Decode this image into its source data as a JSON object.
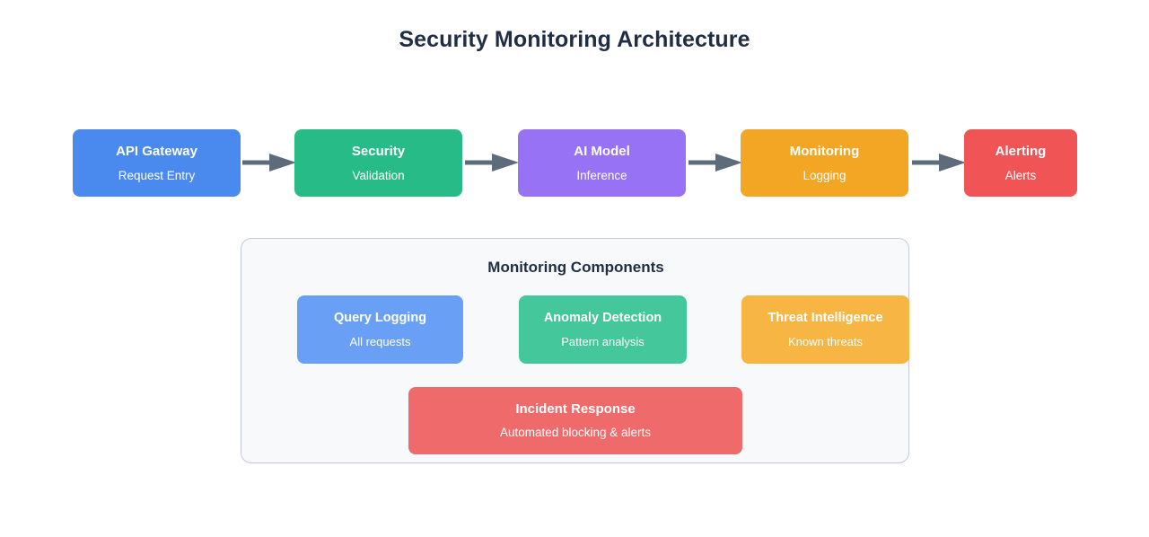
{
  "diagram": {
    "title": "Security Monitoring Architecture",
    "background_color": "#ffffff",
    "title_color": "#1f2d45",
    "arrow_color": "#5d6b7a",
    "pipeline": [
      {
        "title": "API Gateway",
        "subtitle": "Request Entry",
        "color": "#4a89ee"
      },
      {
        "title": "Security",
        "subtitle": "Validation",
        "color": "#27bc87"
      },
      {
        "title": "AI Model",
        "subtitle": "Inference",
        "color": "#9872f5"
      },
      {
        "title": "Monitoring",
        "subtitle": "Logging",
        "color": "#f3a623"
      },
      {
        "title": "Alerting",
        "subtitle": "Alerts",
        "color": "#f05454"
      }
    ],
    "panel": {
      "title": "Monitoring Components",
      "fill_color": "#f8f9fb",
      "border_color": "#c5c8d6",
      "components": [
        {
          "title": "Query Logging",
          "subtitle": "All requests",
          "color": "#69a0f5"
        },
        {
          "title": "Anomaly Detection",
          "subtitle": "Pattern analysis",
          "color": "#44c79b"
        },
        {
          "title": "Threat Intelligence",
          "subtitle": "Known threats",
          "color": "#f7b544"
        }
      ],
      "wide_component": {
        "title": "Incident Response",
        "subtitle": "Automated blocking & alerts",
        "color": "#ef6a6a"
      }
    }
  }
}
